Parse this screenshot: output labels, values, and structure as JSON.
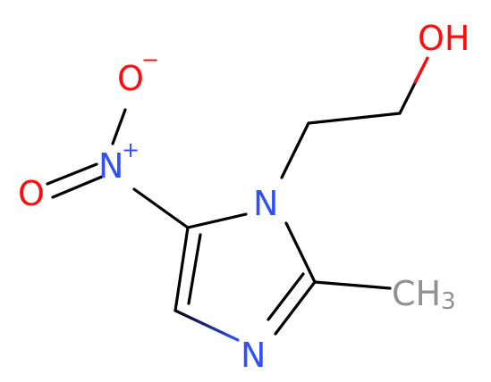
{
  "molecule": {
    "atoms": {
      "hydroxyl": {
        "text": "OH",
        "color": "#ff0d0d"
      },
      "ring_nitrogen_1": {
        "text": "N",
        "color": "#3050f8"
      },
      "ring_nitrogen_3": {
        "text": "N",
        "color": "#3050f8"
      },
      "nitro_nitrogen": {
        "text": "N",
        "charge": "+",
        "color": "#3050f8"
      },
      "nitro_oxide": {
        "text": "O",
        "charge": "−",
        "color": "#ff0d0d"
      },
      "nitro_oxygen": {
        "text": "O",
        "color": "#ff0d0d"
      },
      "methyl": {
        "text": "CH",
        "subscript": "3",
        "color": "#909090"
      }
    },
    "bond_color": "#000000"
  }
}
